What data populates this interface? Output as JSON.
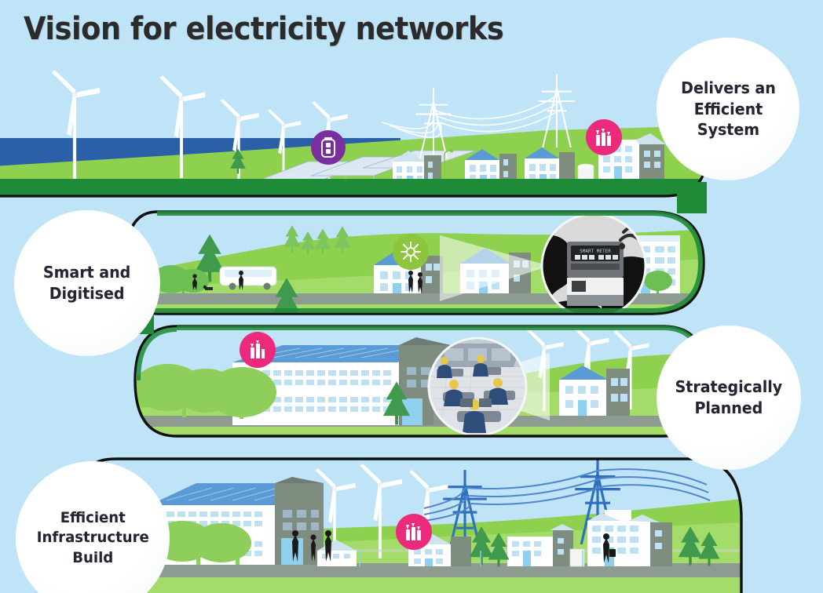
{
  "page": {
    "title": "Vision for electricity networks",
    "background_color": "#bfe4f7"
  },
  "palette": {
    "sky": "#bfe4f7",
    "sea": "#2b5fa8",
    "hill_light": "#8ed14f",
    "hill_mid": "#9ed75e",
    "band_dark_green": "#1f8a38",
    "band_outline": "#111111",
    "road_grey": "#7d8b80",
    "building_white": "#ffffff",
    "building_grey": "#7f8c80",
    "window_blue": "#bfdff2",
    "solar_blue": "#5b9bd5",
    "badge_purple": "#7a2f9e",
    "badge_pink": "#ec2a7b",
    "badge_green": "#8cc63f",
    "pylon_blue": "#2f6fc0",
    "pylon_white": "#ffffff",
    "text_dark": "#242433",
    "callout_fill": "#ffffff"
  },
  "callouts": [
    {
      "id": "delivers-efficient-system",
      "lines": [
        "Delivers an",
        "Efficient",
        "System"
      ],
      "text": "Delivers an Efficient System",
      "position": "top-right"
    },
    {
      "id": "smart-and-digitised",
      "lines": [
        "Smart and",
        "Digitised"
      ],
      "text": "Smart and Digitised",
      "position": "upper-left"
    },
    {
      "id": "strategically-planned",
      "lines": [
        "Strategically",
        "Planned"
      ],
      "text": "Strategically Planned",
      "position": "middle-right"
    },
    {
      "id": "efficient-infrastructure-build",
      "lines": [
        "Efficient",
        "Infrastructure",
        "Build"
      ],
      "text": "Efficient Infrastructure Build",
      "position": "bottom-left"
    }
  ],
  "bands": [
    {
      "id": "band-1",
      "label": "Delivers an Efficient System",
      "features": [
        "offshore wind farm",
        "sea",
        "solar farm array",
        "battery storage badge",
        "transmission pylons",
        "houses",
        "industry badge",
        "apartment blocks"
      ]
    },
    {
      "id": "band-2",
      "label": "Smart and Digitised",
      "features": [
        "conifer trees",
        "electric bus",
        "pedestrians with dog",
        "houses with rooftop solar",
        "smart grid badge",
        "smart meter photo inset",
        "office block"
      ]
    },
    {
      "id": "band-3",
      "label": "Strategically Planned",
      "features": [
        "commercial building with rooftop solar",
        "industry badge",
        "broadleaf trees",
        "control room photo inset",
        "wind turbines",
        "house with solar roof"
      ]
    },
    {
      "id": "band-4",
      "label": "Efficient Infrastructure Build",
      "features": [
        "large solar rooftop building",
        "wind turbines",
        "pedestrians",
        "industry badge",
        "transmission pylons and power lines",
        "housing",
        "conifer trees"
      ]
    }
  ],
  "badges": [
    {
      "id": "badge-battery-storage",
      "icon": "battery-storage-icon",
      "color": "#7a2f9e",
      "band": "band-1"
    },
    {
      "id": "badge-industry-1",
      "icon": "industry-icon",
      "color": "#ec2a7b",
      "band": "band-1"
    },
    {
      "id": "badge-smart-grid",
      "icon": "smart-grid-icon",
      "color": "#8cc63f",
      "band": "band-2"
    },
    {
      "id": "badge-industry-2",
      "icon": "industry-icon",
      "color": "#ec2a7b",
      "band": "band-3"
    },
    {
      "id": "badge-industry-3",
      "icon": "industry-icon",
      "color": "#ec2a7b",
      "band": "band-4"
    }
  ],
  "insets": [
    {
      "id": "inset-smart-meter",
      "caption": "SMART METER",
      "description": "hand holding a smart meter with wireless signal",
      "band": "band-2"
    },
    {
      "id": "inset-control-room",
      "description": "network control room operators at workstations",
      "band": "band-3"
    }
  ]
}
